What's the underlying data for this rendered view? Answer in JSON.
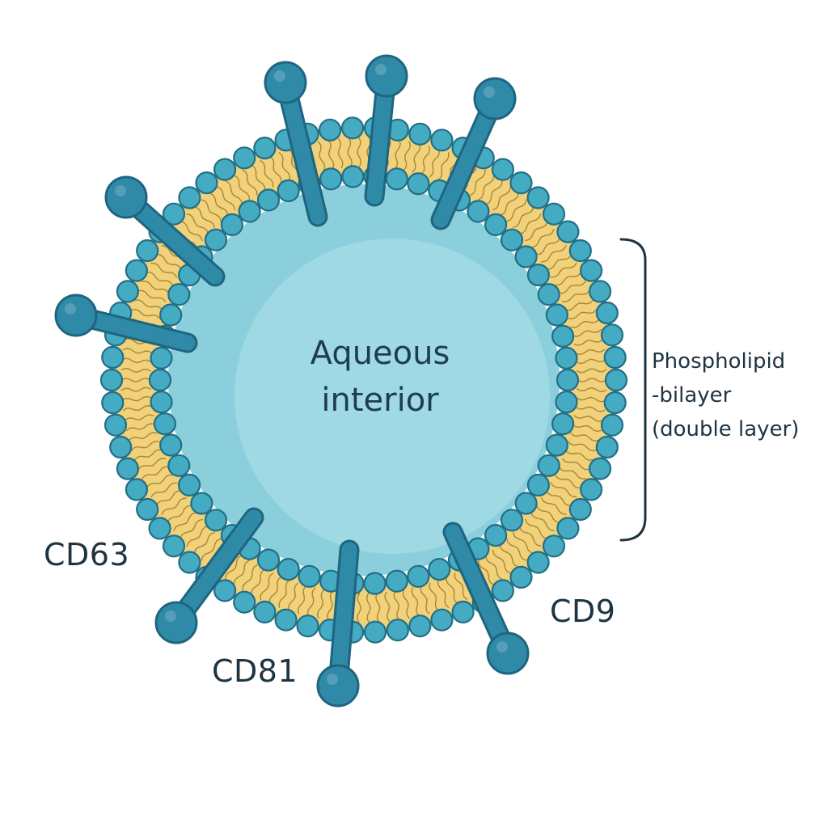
{
  "labels": {
    "interior_line1": "Aqueous",
    "interior_line2": "interior",
    "bilayer_line1": "Phospholipid",
    "bilayer_line2": "-bilayer",
    "bilayer_line3": "(double layer)",
    "cd63": "CD63",
    "cd81": "CD81",
    "cd9": "CD9"
  },
  "colors": {
    "head_fill": "#44abc3",
    "head_stroke": "#226f86",
    "tail_fill": "#f1d17a",
    "tail_line": "#9c7a2a",
    "interior_outer": "#8ccfdc",
    "interior_inner": "#a6dce6",
    "protein_fill": "#2f8aa8",
    "protein_stroke": "#1f6580",
    "bracket": "#1e3442"
  }
}
